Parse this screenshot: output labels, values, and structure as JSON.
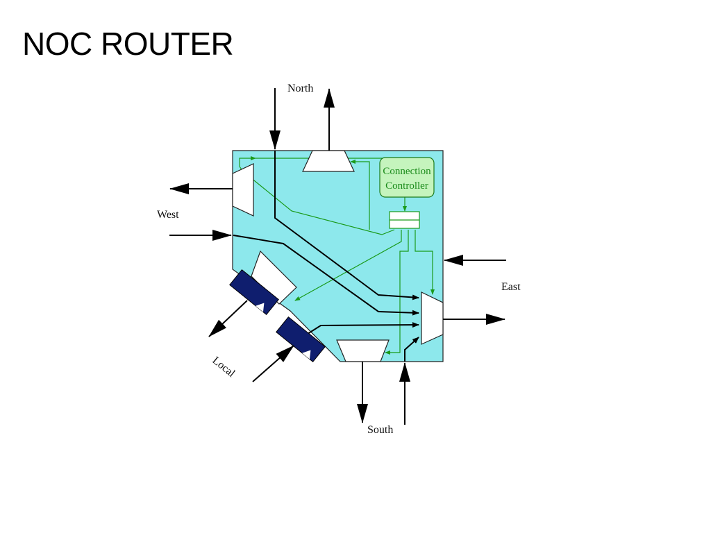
{
  "slide": {
    "title": "NOC ROUTER"
  },
  "diagram": {
    "labels": {
      "north": "North",
      "south": "South",
      "east": "East",
      "west": "West",
      "local": "Local"
    },
    "controller": {
      "line1": "Connection",
      "line2": "Controller"
    },
    "colors": {
      "router_body": "#8de8ec",
      "controller_fill": "#c5f4bd",
      "control_lines": "#1a9a1a",
      "data_lines": "#000000",
      "local_buffer": "#0f1e6e"
    }
  }
}
